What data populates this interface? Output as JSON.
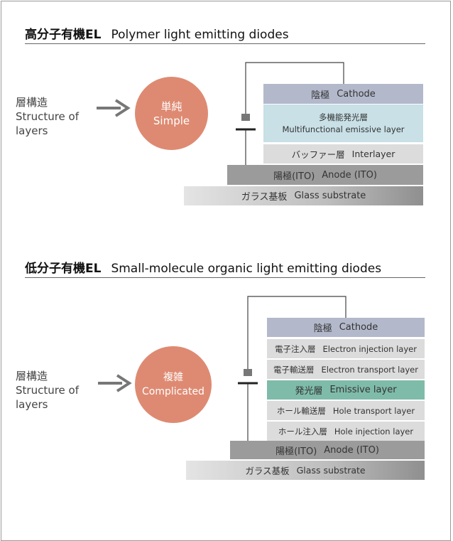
{
  "colors": {
    "circle": "#de8a72",
    "cathode": "#b3b9cb",
    "emissive_pm": "#c8e0e6",
    "emissive_sm": "#7fbba9",
    "light_gray": "#dcdcdc",
    "anode": "#9b9b9b"
  },
  "icons": {
    "arrow": "arrow-right-icon",
    "battery": "battery-icon"
  },
  "polymer": {
    "title_jp": "高分子有機EL",
    "title_en": "Polymer light emitting diodes",
    "side_jp": "層構造",
    "side_en_1": "Structure of",
    "side_en_2": "layers",
    "circle_jp": "単純",
    "circle_en": "Simple",
    "layers": {
      "cathode_jp": "陰極",
      "cathode_en": "Cathode",
      "emissive_jp": "多機能発光層",
      "emissive_en": "Multifunctional emissive layer",
      "inter_jp": "バッファー層",
      "inter_en": "Interlayer",
      "anode_jp": "陽極(ITO)",
      "anode_en": "Anode (ITO)",
      "glass_jp": "ガラス基板",
      "glass_en": "Glass substrate"
    }
  },
  "small_molecule": {
    "title_jp": "低分子有機EL",
    "title_en": "Small-molecule organic light emitting diodes",
    "side_jp": "層構造",
    "side_en_1": "Structure of",
    "side_en_2": "layers",
    "circle_jp": "複雑",
    "circle_en": "Complicated",
    "layers": {
      "cathode_jp": "陰極",
      "cathode_en": "Cathode",
      "ei_jp": "電子注入層",
      "ei_en": "Electron injection layer",
      "et_jp": "電子輸送層",
      "et_en": "Electron transport layer",
      "em_jp": "発光層",
      "em_en": "Emissive layer",
      "ht_jp": "ホール輸送層",
      "ht_en": "Hole transport layer",
      "hi_jp": "ホール注入層",
      "hi_en": "Hole injection layer",
      "anode_jp": "陽極(ITO)",
      "anode_en": "Anode (ITO)",
      "glass_jp": "ガラス基板",
      "glass_en": "Glass substrate"
    }
  }
}
